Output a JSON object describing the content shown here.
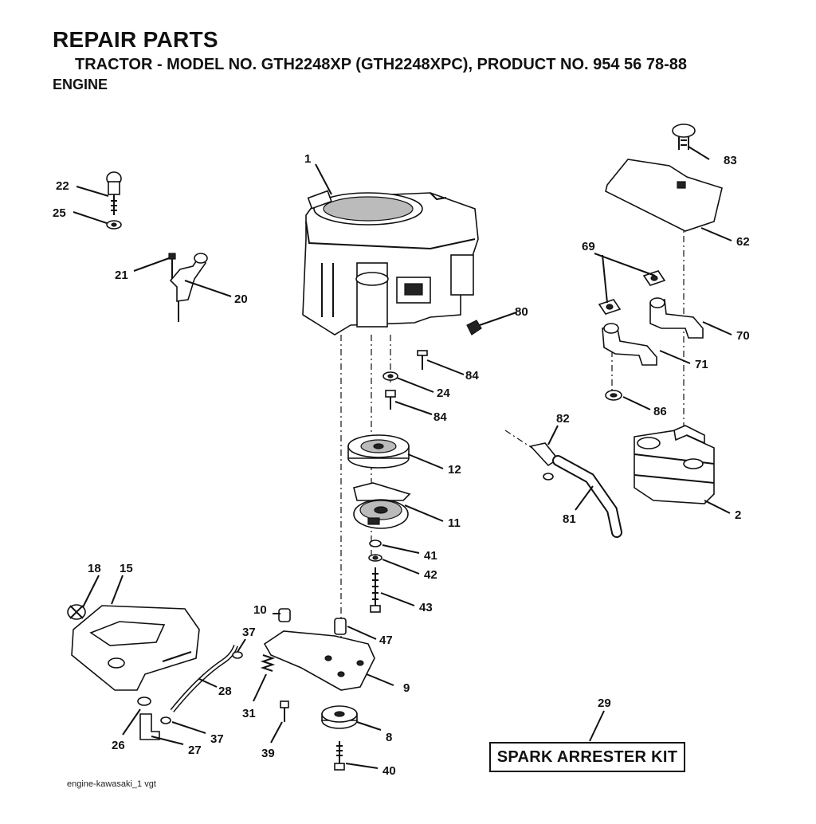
{
  "header": {
    "title": "REPAIR PARTS",
    "subtitle": "TRACTOR - MODEL NO. GTH2248XP (GTH2248XPC), PRODUCT NO. 954 56 78-88",
    "section": "ENGINE"
  },
  "callouts": {
    "p1": "1",
    "p2": "2",
    "p8": "8",
    "p9": "9",
    "p10": "10",
    "p11": "11",
    "p12": "12",
    "p15": "15",
    "p18": "18",
    "p20": "20",
    "p21": "21",
    "p22": "22",
    "p24": "24",
    "p25": "25",
    "p26": "26",
    "p27": "27",
    "p28": "28",
    "p29": "29",
    "p31": "31",
    "p37a": "37",
    "p37b": "37",
    "p39": "39",
    "p40": "40",
    "p41": "41",
    "p42": "42",
    "p43": "43",
    "p47": "47",
    "p62": "62",
    "p69": "69",
    "p70": "70",
    "p71": "71",
    "p80": "80",
    "p81": "81",
    "p82": "82",
    "p83": "83",
    "p84a": "84",
    "p84b": "84",
    "p86": "86"
  },
  "kit_box": "SPARK ARRESTER KIT",
  "footer": "engine-kawasaki_1 vgt"
}
